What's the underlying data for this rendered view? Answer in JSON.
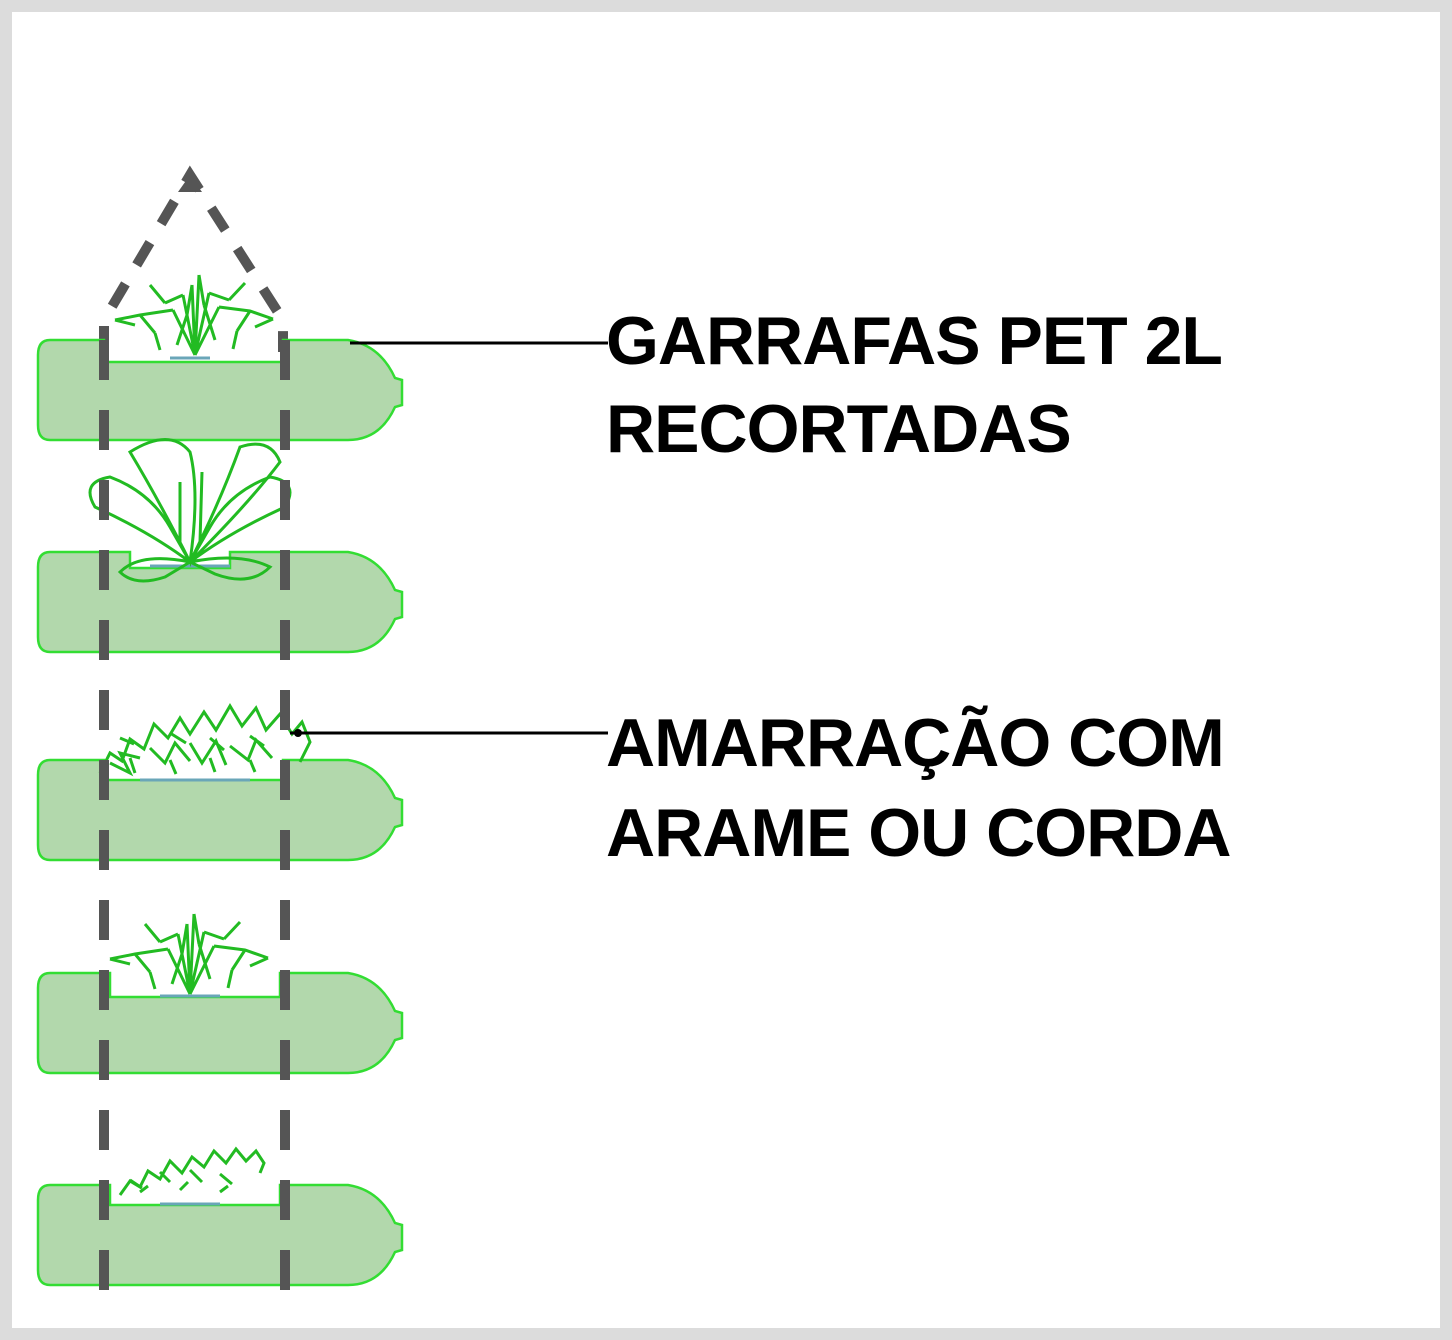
{
  "labels": {
    "bottles": {
      "line1": "GARRAFAS PET 2L",
      "line2": "RECORTADAS"
    },
    "tie": {
      "line1": "AMARRAÇÃO COM",
      "line2": "ARAME OU CORDA"
    }
  },
  "colors": {
    "bottle_fill": "#b2d8ac",
    "bottle_outline": "#33dd33",
    "plant": "#22bb22",
    "guide_line": "#555555",
    "leader_line": "#000000",
    "soil": "#6aa6b8"
  }
}
